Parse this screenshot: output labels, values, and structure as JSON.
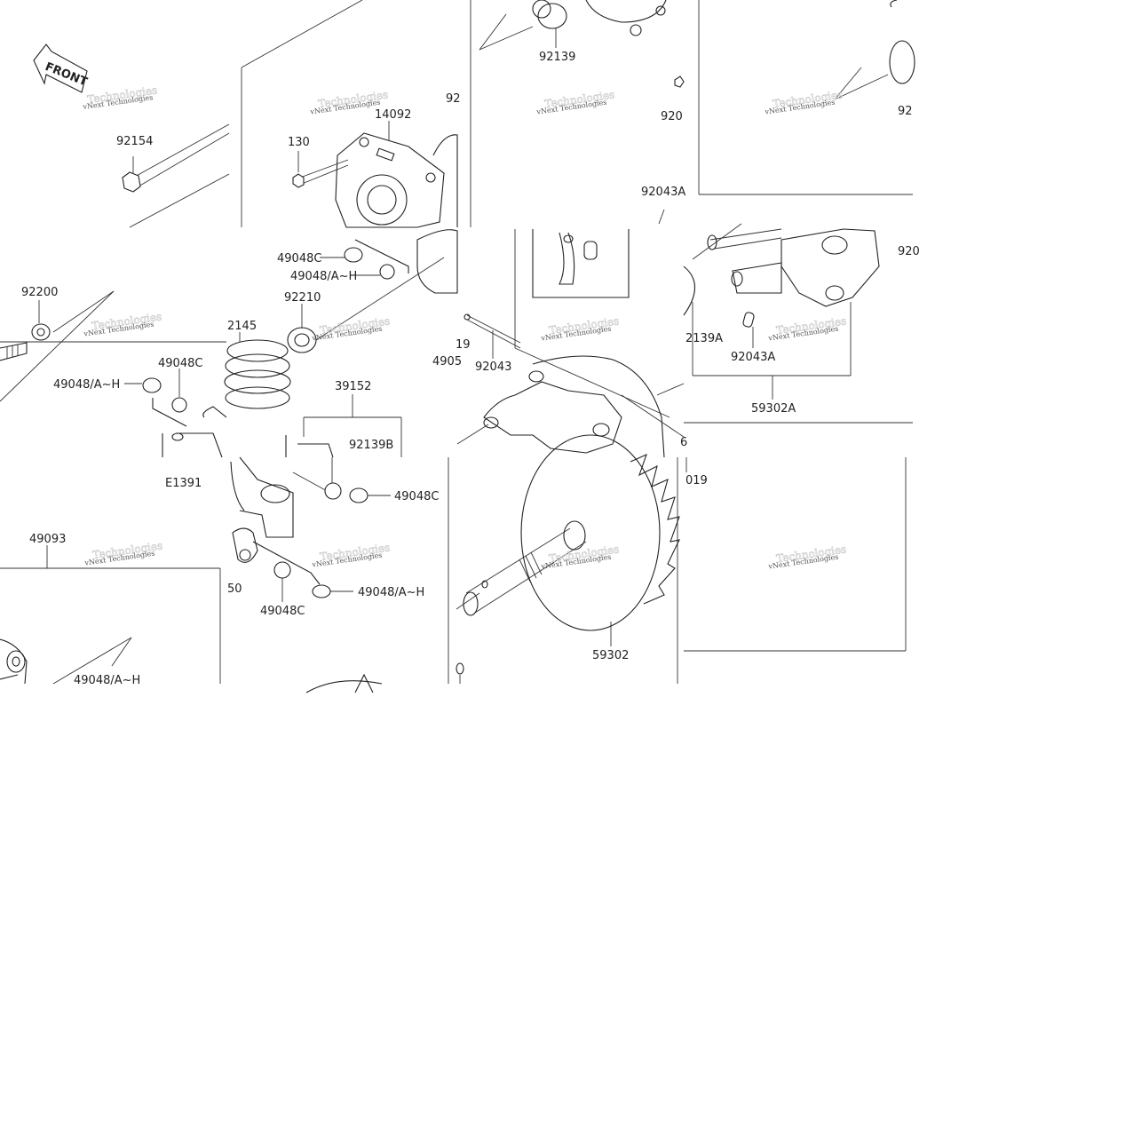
{
  "front_badge": "FRONT",
  "watermark": {
    "line1": "vNext Technologies",
    "line2": "Technologies"
  },
  "part_labels": {
    "l92154": "92154",
    "l130": "130",
    "l14092": "14092",
    "l92_top": "92",
    "l92139": "92139",
    "l920_top": "920",
    "l92_right": "92",
    "l92043A_top": "92043A",
    "l92200": "92200",
    "l49048C_a": "49048C",
    "l49048AH_a": "49048/A~H",
    "l92210": "92210",
    "l2145": "2145",
    "l49048C_b": "49048C",
    "l49048AH_b": "49048/A~H",
    "l19": "19",
    "l4905": "4905",
    "l92043": "92043",
    "l2139A": "2139A",
    "l92043A": "92043A",
    "l920_right": "920",
    "l59302A": "59302A",
    "l39152": "39152",
    "l92139B": "92139B",
    "lE1391": "E1391",
    "l49048C_c": "49048C",
    "l6": "6",
    "l019": "019",
    "l49093": "49093",
    "l50": "50",
    "l49048C_d": "49048C",
    "l49048AH_c": "49048/A~H",
    "l49048AH_d": "49048/A~H",
    "l59302": "59302"
  }
}
